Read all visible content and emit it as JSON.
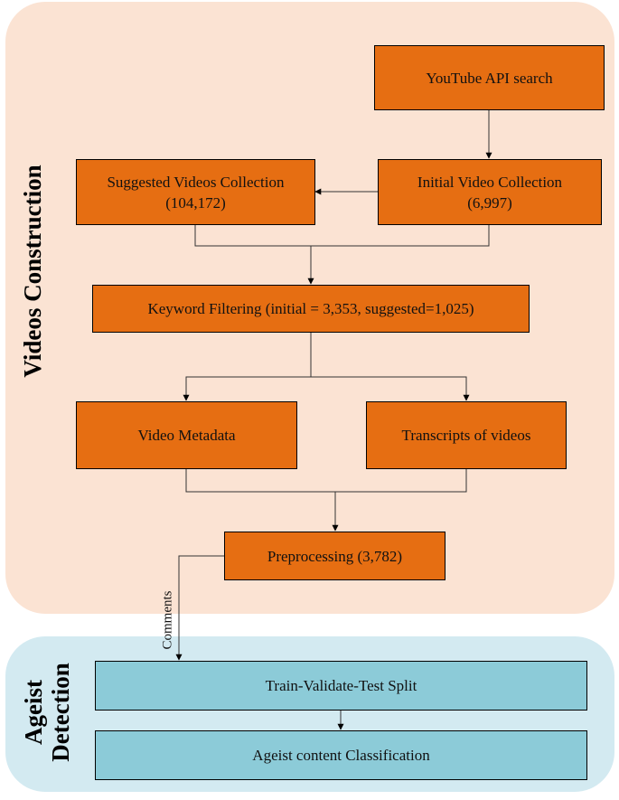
{
  "sections": {
    "videos_construction": "Videos Construction",
    "ageist_detection_line1": "Ageist",
    "ageist_detection_line2": "Detection"
  },
  "boxes": {
    "youtube_search": "YouTube API search",
    "initial_collection": {
      "title": "Initial Video Collection",
      "count": "(6,997)"
    },
    "suggested_collection": {
      "title": "Suggested Videos Collection",
      "count": "(104,172)"
    },
    "keyword_filtering": "Keyword Filtering (initial = 3,353, suggested=1,025)",
    "video_metadata": "Video Metadata",
    "transcripts": "Transcripts of videos",
    "preprocessing": "Preprocessing (3,782)",
    "split": "Train-Validate-Test Split",
    "classification": "Ageist content Classification"
  },
  "edge_labels": {
    "comments": "Comments"
  },
  "colors": {
    "orange": "#e66e12",
    "peach": "#fbe3d3",
    "blue": "#8ccbd8",
    "light_blue": "#d3eaf1"
  }
}
